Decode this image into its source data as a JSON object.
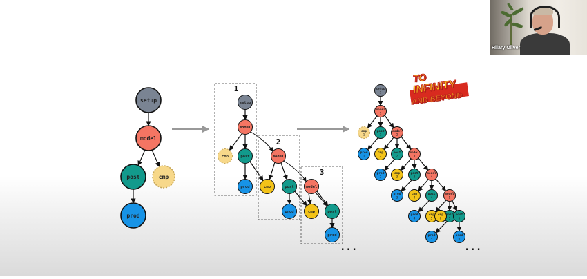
{
  "colors": {
    "setup": "#7a8493",
    "model": "#f47563",
    "post": "#129a8c",
    "cmp": "#f7d88a",
    "cmp_gold": "#f3c319",
    "prod": "#1793e6",
    "arrow": "#999999"
  },
  "left_graph": {
    "setup": "setup",
    "model": "model",
    "post": "post",
    "cmp": "cmp",
    "prod": "prod"
  },
  "middle_graph": {
    "box1_label": "1",
    "box2_label": "2",
    "box3_label": "3",
    "setup": "setup",
    "model": "model",
    "post": "post",
    "cmp": "cmp",
    "prod": "prod",
    "ellipsis": "..."
  },
  "right_graph": {
    "setup": "setup",
    "model": "model",
    "post": "post",
    "cmp": "cmp",
    "prod": "prod",
    "cycle_numbers": [
      "1",
      "2",
      "3",
      "4",
      "5",
      "6"
    ],
    "ellipsis": "..."
  },
  "banner": {
    "to": "TO",
    "infinity": "INFINITY",
    "and_beyond": "AND BEYOND"
  },
  "webcam": {
    "speaker_name": "Hilary Oliver"
  }
}
